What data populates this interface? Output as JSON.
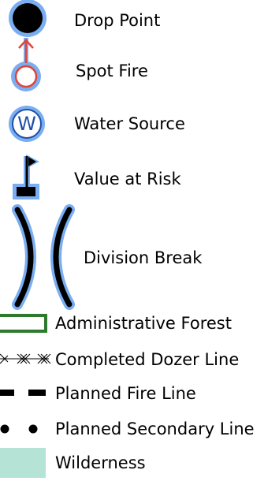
{
  "legend": {
    "items": [
      {
        "key": "drop_point",
        "label": "Drop Point",
        "icon": "drop-point-icon"
      },
      {
        "key": "spot_fire",
        "label": "Spot Fire",
        "icon": "spot-fire-icon"
      },
      {
        "key": "water_source",
        "label": "Water Source",
        "icon": "water-source-icon",
        "icon_letter": "W"
      },
      {
        "key": "value_at_risk",
        "label": "Value at Risk",
        "icon": "value-at-risk-icon"
      },
      {
        "key": "division_break",
        "label": "Division Break",
        "icon": "division-break-icon"
      },
      {
        "key": "admin_forest",
        "label": "Administrative Forest",
        "icon": "administrative-forest-icon"
      },
      {
        "key": "completed_dozer_line",
        "label": "Completed Dozer Line",
        "icon": "completed-dozer-line-icon"
      },
      {
        "key": "planned_fire_line",
        "label": "Planned Fire Line",
        "icon": "planned-fire-line-icon"
      },
      {
        "key": "planned_secondary_line",
        "label": "Planned Secondary Line",
        "icon": "planned-secondary-line-icon"
      },
      {
        "key": "wilderness",
        "label": "Wilderness",
        "icon": "wilderness-icon"
      }
    ]
  },
  "colors": {
    "symbol_fill": "#000000",
    "symbol_halo": "#7aaef0",
    "spot_fire_red": "#e0453a",
    "forest_green": "#2d7a2d",
    "wilderness_fill": "#b5e3d5"
  }
}
